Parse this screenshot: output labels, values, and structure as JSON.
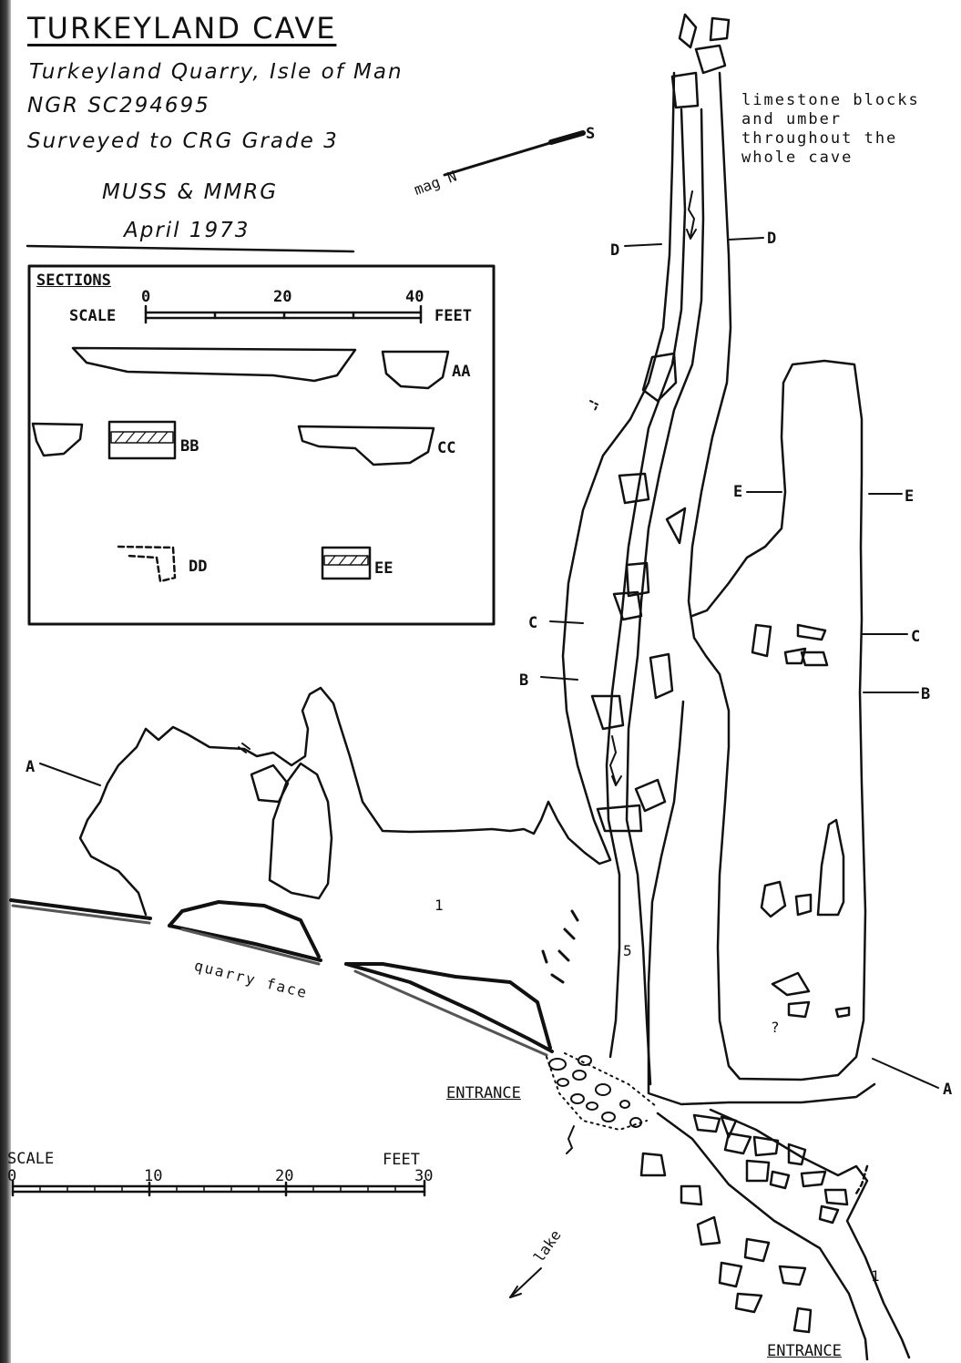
{
  "map": {
    "title": "TURKEYLAND CAVE",
    "location": "Turkeyland Quarry, Isle of Man",
    "grid_ref": "NGR SC294695",
    "survey_grade": "Surveyed to CRG Grade 3",
    "surveyors": "MUSS & MMRG",
    "date": "April 1973",
    "north_arrow": {
      "n_label": "mag N",
      "s_label": "S"
    },
    "note_lines": [
      "limestone blocks",
      "and umber",
      "throughout the",
      "whole cave"
    ],
    "sections": {
      "heading": "SECTIONS",
      "scale_label": "SCALE",
      "scale_ticks": [
        "0",
        "20",
        "40"
      ],
      "scale_unit": "FEET",
      "labels": [
        "AA",
        "BB",
        "CC",
        "DD",
        "EE"
      ]
    },
    "plan_scale": {
      "label": "SCALE",
      "ticks": [
        "0",
        "10",
        "20",
        "30"
      ],
      "unit": "FEET"
    },
    "section_markers": [
      "A",
      "A",
      "B",
      "B",
      "C",
      "C",
      "D",
      "D",
      "E",
      "E"
    ],
    "quarry_face_label": "quarry face",
    "entrance_labels": [
      "ENTRANCE",
      "ENTRANCE"
    ],
    "lake_label": "lake",
    "depth_marks": [
      "1",
      "5",
      "1",
      "?"
    ]
  }
}
